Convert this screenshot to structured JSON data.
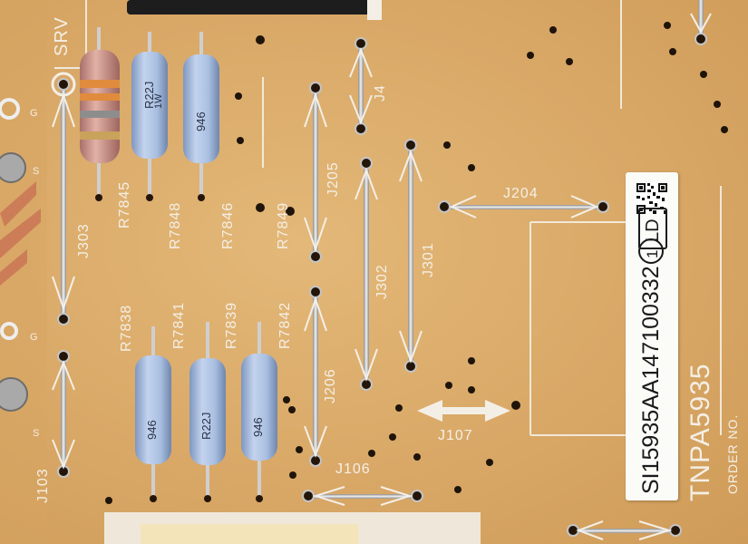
{
  "board_silkscreen": {
    "srv": "SRV",
    "pin_g_top": "G",
    "pin_s_top": "S",
    "pin_g_bottom": "G",
    "pin_s_bottom": "S",
    "j303": "J303",
    "r7845": "R7845",
    "r7848": "R7848",
    "r7846": "R7846",
    "r7849": "R7849",
    "j205": "J205",
    "j4": "J4",
    "j302": "J302",
    "j301": "J301",
    "j204": "J204",
    "r7838": "R7838",
    "r7841": "R7841",
    "r7839": "R7839",
    "r7842": "R7842",
    "j206": "J206",
    "j107": "J107",
    "j103": "J103",
    "j106": "J106",
    "model": "TNPA5935",
    "order_no": "ORDER NO."
  },
  "resistor_markings": {
    "top_mid": "R22J",
    "top_mid_w": "1W",
    "top_right": "946",
    "bottom_left": "946",
    "bottom_mid": "R22J",
    "bottom_right": "946"
  },
  "sticker": {
    "serial": "SI15935AA147100332",
    "circle_num": "1",
    "box_text": "LD"
  },
  "colors": {
    "pcb": "#d9a867",
    "silkscreen": "#f4efe6",
    "resistor_blue": "#a9bfe0",
    "resistor_pink": "#d49a8e",
    "jumper_wire": "#c9c9c9"
  }
}
